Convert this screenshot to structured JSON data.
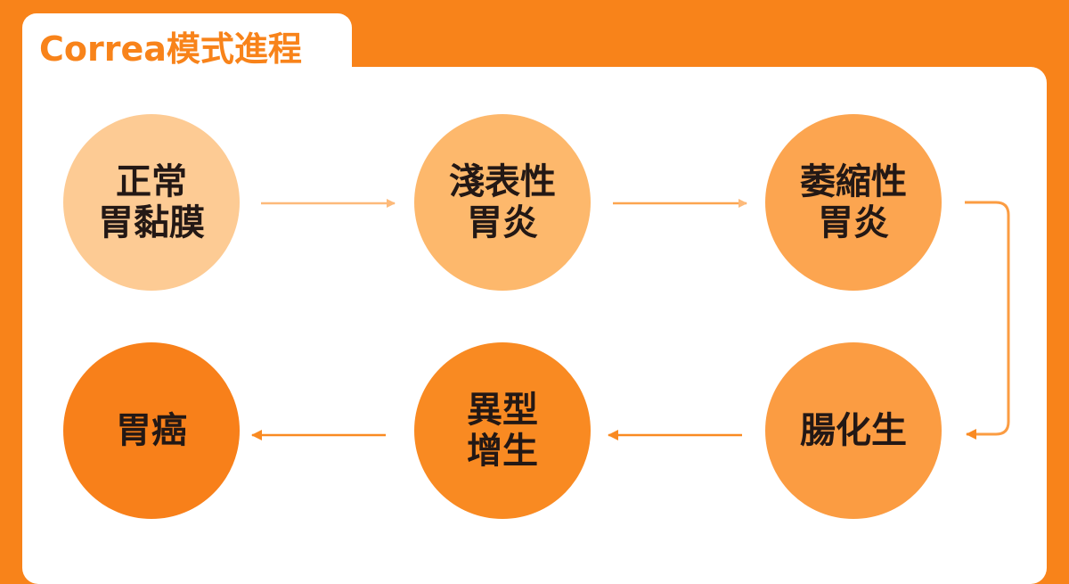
{
  "title": "Correa模式進程",
  "colors": {
    "background": "#F8831A",
    "accent": "#F8831A"
  },
  "stages": [
    {
      "lines": [
        "正常",
        "胃黏膜"
      ],
      "color": "#FDCB94"
    },
    {
      "lines": [
        "淺表性",
        "胃炎"
      ],
      "color": "#FDB86C"
    },
    {
      "lines": [
        "萎縮性",
        "胃炎"
      ],
      "color": "#FCA550"
    },
    {
      "lines": [
        "腸化生"
      ],
      "color": "#FB9C42"
    },
    {
      "lines": [
        "異型",
        "增生"
      ],
      "color": "#F98A22"
    },
    {
      "lines": [
        "胃癌"
      ],
      "color": "#F8801A"
    }
  ]
}
